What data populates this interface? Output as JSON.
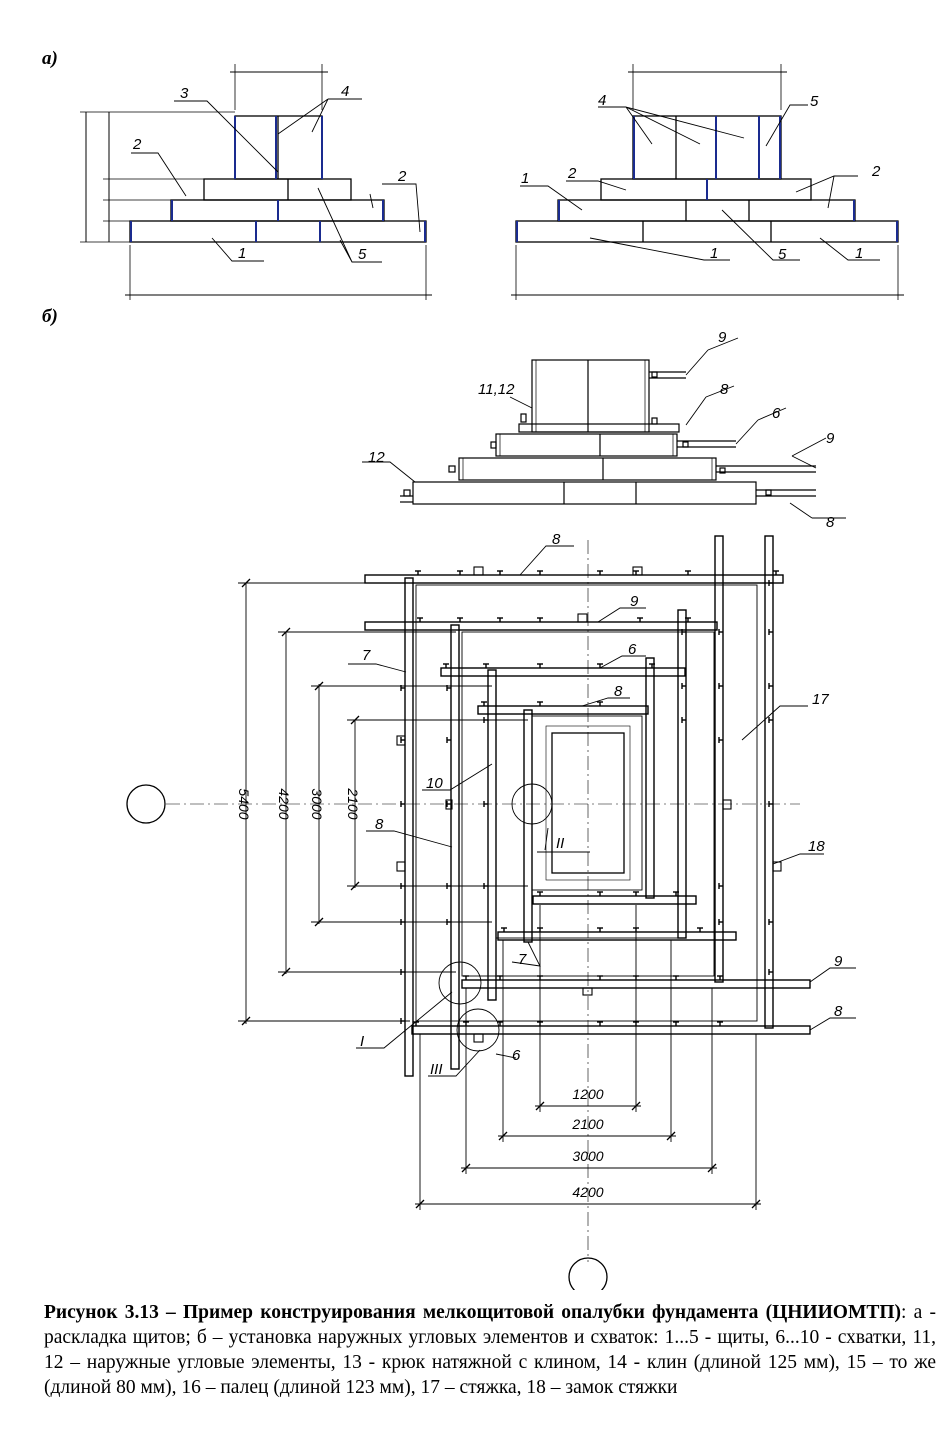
{
  "sections": {
    "a": "а)",
    "b": "б)"
  },
  "callouts_a": [
    "1",
    "1",
    "1",
    "1",
    "2",
    "2",
    "2",
    "2",
    "3",
    "4",
    "4",
    "5",
    "5",
    "5"
  ],
  "callouts_b": [
    "11,12",
    "12",
    "9",
    "9",
    "9",
    "8",
    "8",
    "8",
    "8",
    "8",
    "8",
    "6",
    "6",
    "6",
    "7",
    "7",
    "10",
    "17",
    "18",
    "I",
    "II",
    "III"
  ],
  "dims": {
    "vertical": [
      "5400",
      "4200",
      "3000",
      "2100"
    ],
    "horizontal": [
      "1200",
      "2100",
      "3000",
      "4200"
    ]
  },
  "caption": {
    "title": "Рисунок 3.13 – Пример конструирования мелкощитовой опалубки фундамента (ЦНИИОМТП)",
    "body": ": а - раскладка щитов; б – установка наружных угловых элементов и схваток: 1...5 - щиты, 6...10 - схватки, 11, 12 – наружные угловые элементы, 13 - крюк натяжной с клином, 14 - клин (длиной 125 мм), 15 – то же (длиной 80 мм), 16 – палец (длиной 123 мм), 17 – стяжка, 18 – замок стяжки"
  }
}
